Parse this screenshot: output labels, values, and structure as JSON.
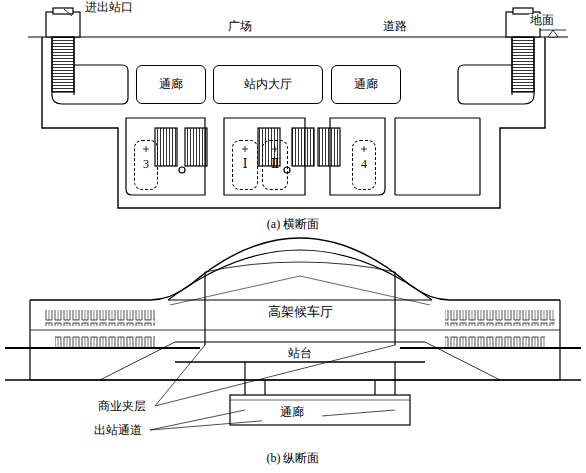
{
  "diagram": {
    "nodes": [
      {
        "text": [
          "通廊"
        ]
      },
      {
        "text": [
          "站内大厅"
        ]
      },
      {
        "text": [
          "通廊"
        ]
      },
      {
        "text": [
          "3"
        ]
      },
      {
        "text": [
          "Ⅰ"
        ]
      },
      {
        "text": [
          "Ⅱ"
        ]
      },
      {
        "text": [
          "4"
        ]
      },
      {
        "text": [
          "通廊"
        ]
      }
    ],
    "labels": [
      "进出站口",
      "广场",
      "道路",
      "地面",
      "高架候车厅",
      "站台",
      "商业夹层",
      "出站通道",
      "(a) 横断面",
      "(b) 纵断面"
    ]
  }
}
